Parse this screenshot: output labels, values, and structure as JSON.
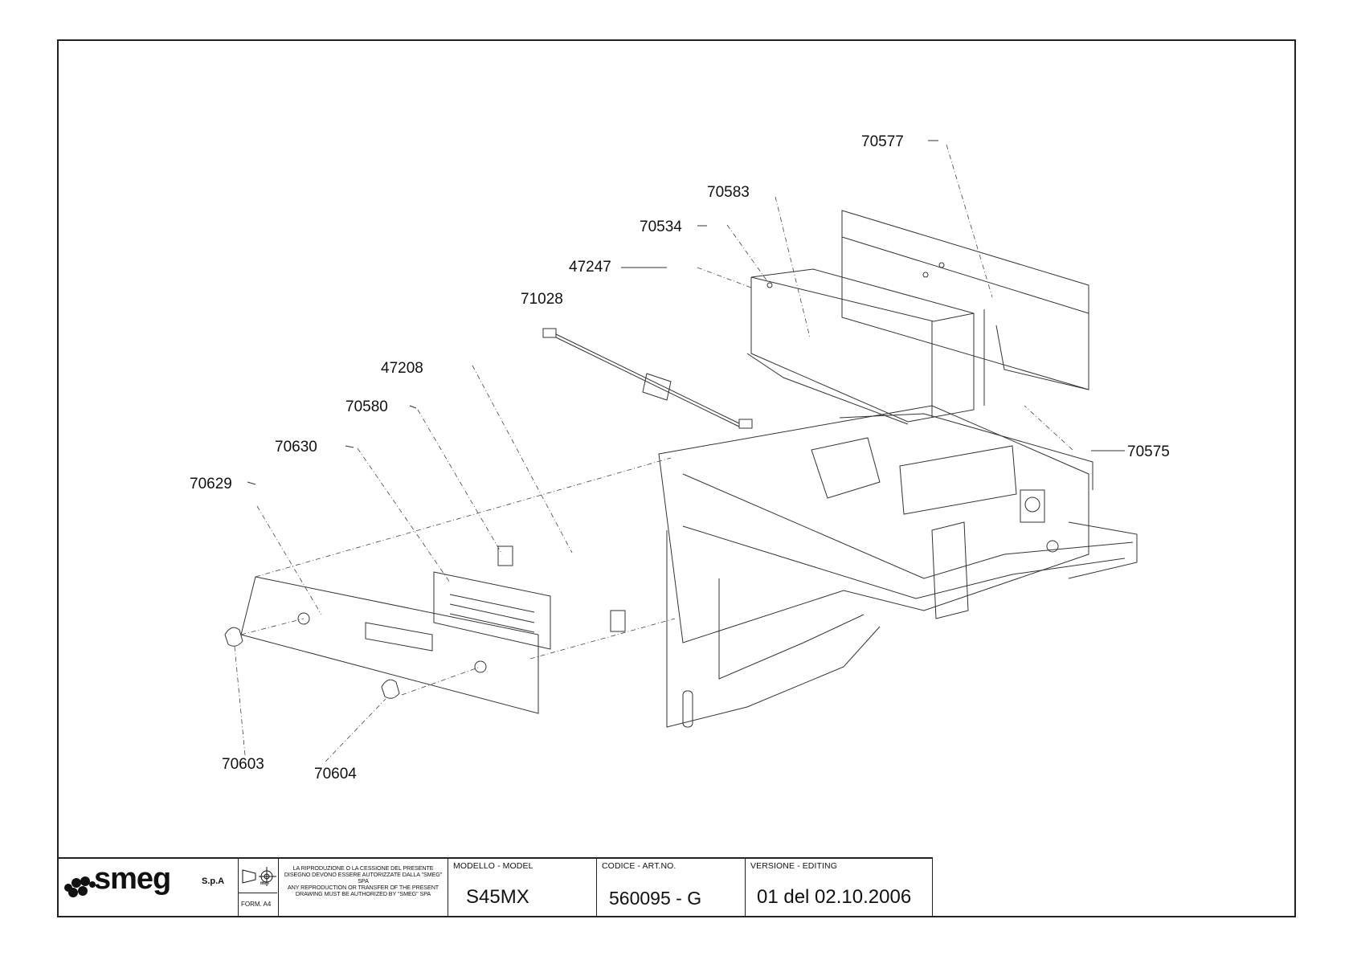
{
  "part_labels": [
    "70577",
    "70583",
    "70534",
    "47247",
    "71028",
    "47208",
    "70580",
    "70630",
    "70629",
    "70575",
    "70603",
    "70604"
  ],
  "title_block": {
    "brand": "smeg",
    "brand_suffix": "S.p.A",
    "unit_label": "mm",
    "format_label": "FORM. A4",
    "notice_it": "LA RIPRODUZIONE O LA CESSIONE DEL PRESENTE DISEGNO DEVONO ESSERE AUTORIZZATE DALLA \"SMEG\" SPA",
    "notice_en": "ANY REPRODUCTION OR TRANSFER OF THE PRESENT DRAWING MUST BE AUTHORIZED BY \"SMEG\" SPA",
    "model_caption": "MODELLO - MODEL",
    "model_value": "S45MX",
    "code_caption": "CODICE - ART.NO.",
    "code_value": "560095 - G",
    "version_caption": "VERSIONE - EDITING",
    "version_value": "01 del 02.10.2006"
  }
}
